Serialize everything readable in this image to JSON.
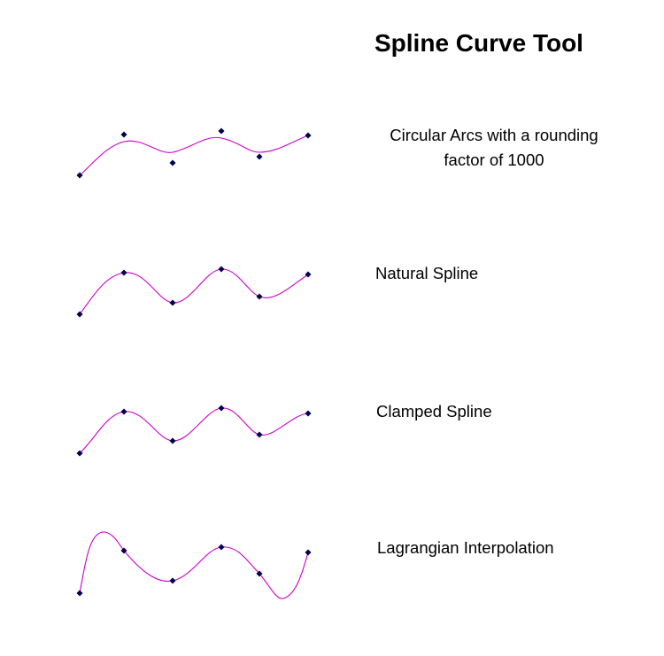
{
  "title": "Spline Curve Tool",
  "colors": {
    "curve": "#cc00cc",
    "control_point": "#000050"
  },
  "icons": {
    "control_point": "diamond-marker"
  },
  "panels": [
    {
      "id": "circular-arcs",
      "label_lines": [
        "Circular Arcs with a rounding",
        "factor of 1000"
      ]
    },
    {
      "id": "natural-spline",
      "label_lines": [
        "Natural Spline"
      ]
    },
    {
      "id": "clamped-spline",
      "label_lines": [
        "Clamped Spline"
      ]
    },
    {
      "id": "lagrangian",
      "label_lines": [
        "Lagrangian Interpolation"
      ]
    }
  ]
}
